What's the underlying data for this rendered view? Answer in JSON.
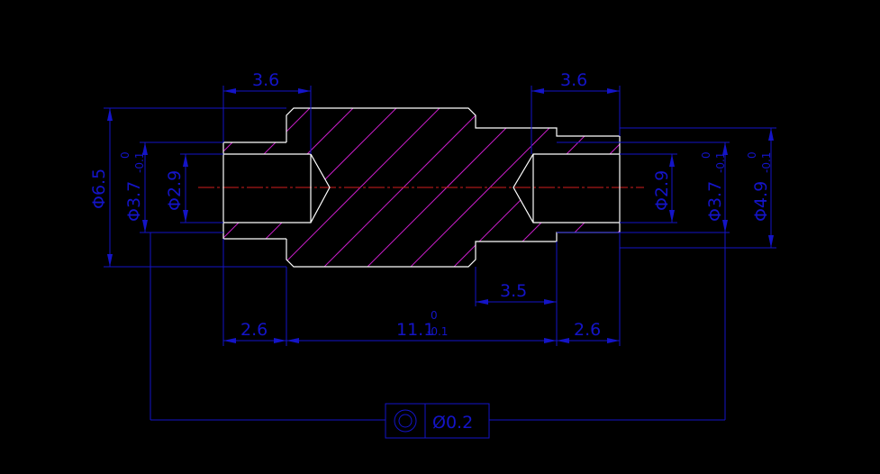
{
  "drawing": {
    "colors": {
      "background": "#000000",
      "outline": "#ffffff",
      "dimension": "#1414c8",
      "hatch": "#c81ec8",
      "centerline": "#d21e1e"
    },
    "dimensions": {
      "left_counterbore_length": "3.6",
      "right_counterbore_length": "3.6",
      "groove_length": "3.5",
      "left_step_length": "2.6",
      "right_step_length": "2.6",
      "total_length": "11.1",
      "total_length_tol_upper": "0",
      "total_length_tol_lower": "-0.1",
      "left_outer_diameter": "Φ6.5",
      "left_journal_diameter": "Φ3.7",
      "left_journal_tol_upper": "0",
      "left_journal_tol_lower": "-0.1",
      "left_bore_diameter": "Φ2.9",
      "right_bore_diameter": "Φ2.9",
      "right_journal_diameter": "Φ3.7",
      "right_journal_tol_upper": "0",
      "right_journal_tol_lower": "-0.1",
      "right_outer_diameter": "Φ4.9",
      "right_outer_tol_upper": "0",
      "right_outer_tol_lower": "-0.1"
    },
    "tolerance_frame": {
      "symbol": "concentricity-icon",
      "value": "Ø0.2"
    }
  }
}
